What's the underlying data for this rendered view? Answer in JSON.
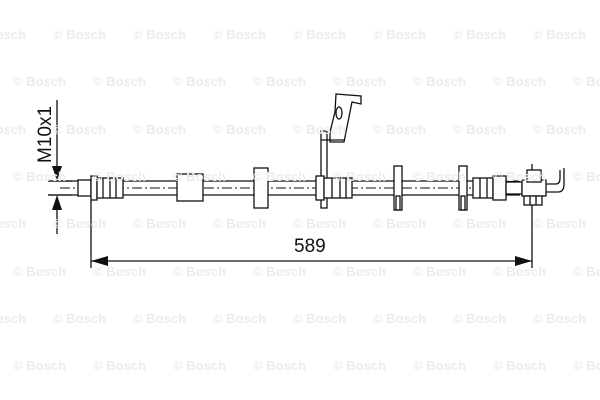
{
  "watermark": "© Bosch",
  "dimensions": {
    "length_label": "589",
    "thread_label": "M10x1"
  },
  "colors": {
    "line": "#111111",
    "watermark": "#ececec"
  }
}
